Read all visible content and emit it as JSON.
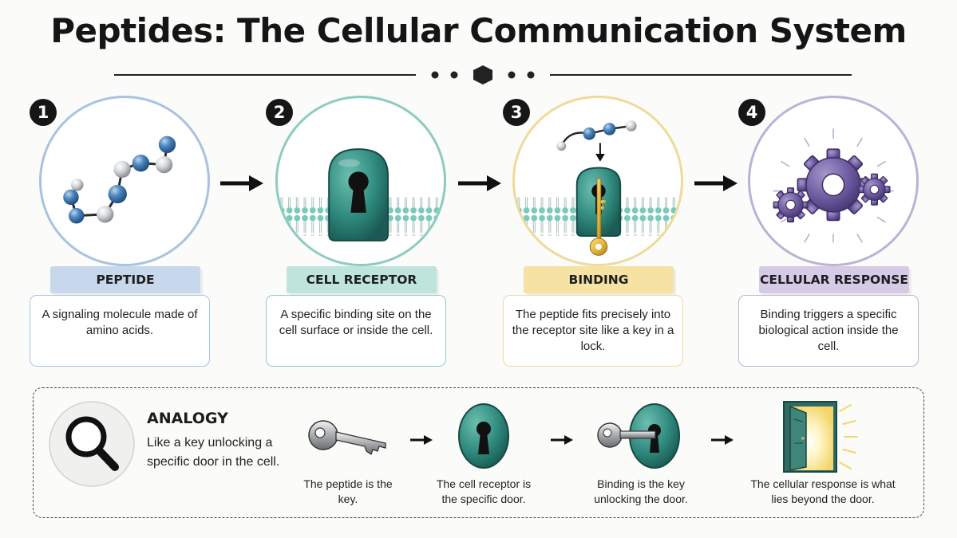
{
  "title": "Peptides: The Cellular Communication System",
  "steps": [
    {
      "number": "1",
      "label": "PEPTIDE",
      "description": "A signaling molecule made of amino acids.",
      "icon": "peptide-chain-icon",
      "color": "#a9c3df",
      "label_bg": "#c8d8ec"
    },
    {
      "number": "2",
      "label": "CELL RECEPTOR",
      "description": "A specific binding site on the cell surface or inside the cell.",
      "icon": "receptor-lock-icon",
      "color": "#8cccc0",
      "label_bg": "#bfe4dc"
    },
    {
      "number": "3",
      "label": "BINDING",
      "description": "The peptide fits precisely into the receptor site like a key in a lock.",
      "icon": "key-in-lock-icon",
      "color": "#eedb9b",
      "label_bg": "#f6e2a3"
    },
    {
      "number": "4",
      "label": "CELLULAR RESPONSE",
      "description": "Binding triggers a specific biological action inside the cell.",
      "icon": "gears-icon",
      "color": "#bdb1d6",
      "label_bg": "#d5cbe6"
    }
  ],
  "analogy": {
    "title": "ANALOGY",
    "text": "Like a key unlocking a specific door in the cell.",
    "items": [
      {
        "caption": "The peptide is the key.",
        "icon": "key-icon"
      },
      {
        "caption": "The cell receptor is the specific door.",
        "icon": "keyhole-icon"
      },
      {
        "caption": "Binding is the key unlocking the door.",
        "icon": "key-in-keyhole-icon"
      },
      {
        "caption": "The cellular response is what lies beyond the door.",
        "icon": "open-door-icon"
      }
    ]
  }
}
